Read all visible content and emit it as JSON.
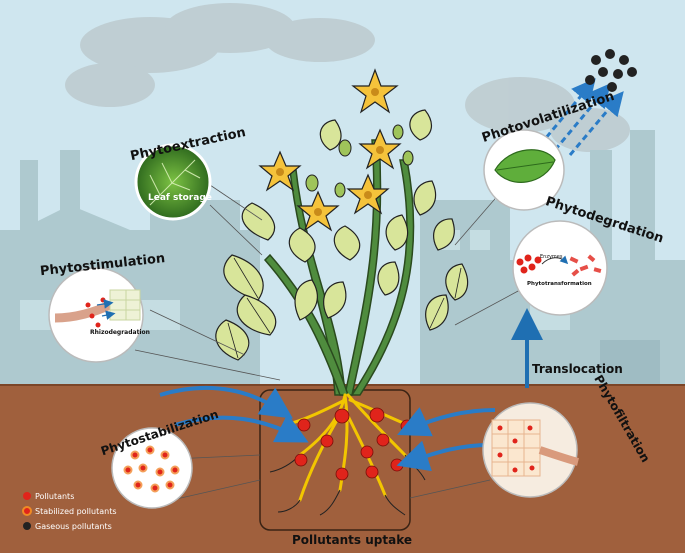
{
  "labels": {
    "phytoextraction": "Phytoextraction",
    "leaf_storage": "Leaf storage",
    "photovolatilization": "Photovolatilization",
    "phytodegradation": "Phytodegrdation",
    "enzymes": "Enzymes",
    "phytotransformation": "Phytotransformation",
    "phytostimulation": "Phytostimulation",
    "rhizodegradation": "Rhizodegradation",
    "translocation": "Translocation",
    "phytofiltration": "Phytofiltration",
    "phytostabilization": "Phytostabilization",
    "pollutants_uptake": "Pollutants uptake"
  },
  "legend": [
    {
      "label": "Pollutants",
      "icon": "red-dot-icon",
      "color": "#e0241b"
    },
    {
      "label": "Stabilized pollutants",
      "icon": "ringed-dot-icon",
      "color": "#f08a24"
    },
    {
      "label": "Gaseous pollutants",
      "icon": "black-dot-icon",
      "color": "#222222"
    }
  ],
  "colors": {
    "sky": "#cfe6ef",
    "soil": "#a0603d",
    "leaf": "#d8e59a",
    "stem": "#4f8c3e",
    "flower": "#f5c33b",
    "root": "#f2c600",
    "pollutant": "#e0241b",
    "arrow": "#1f6fb2"
  }
}
